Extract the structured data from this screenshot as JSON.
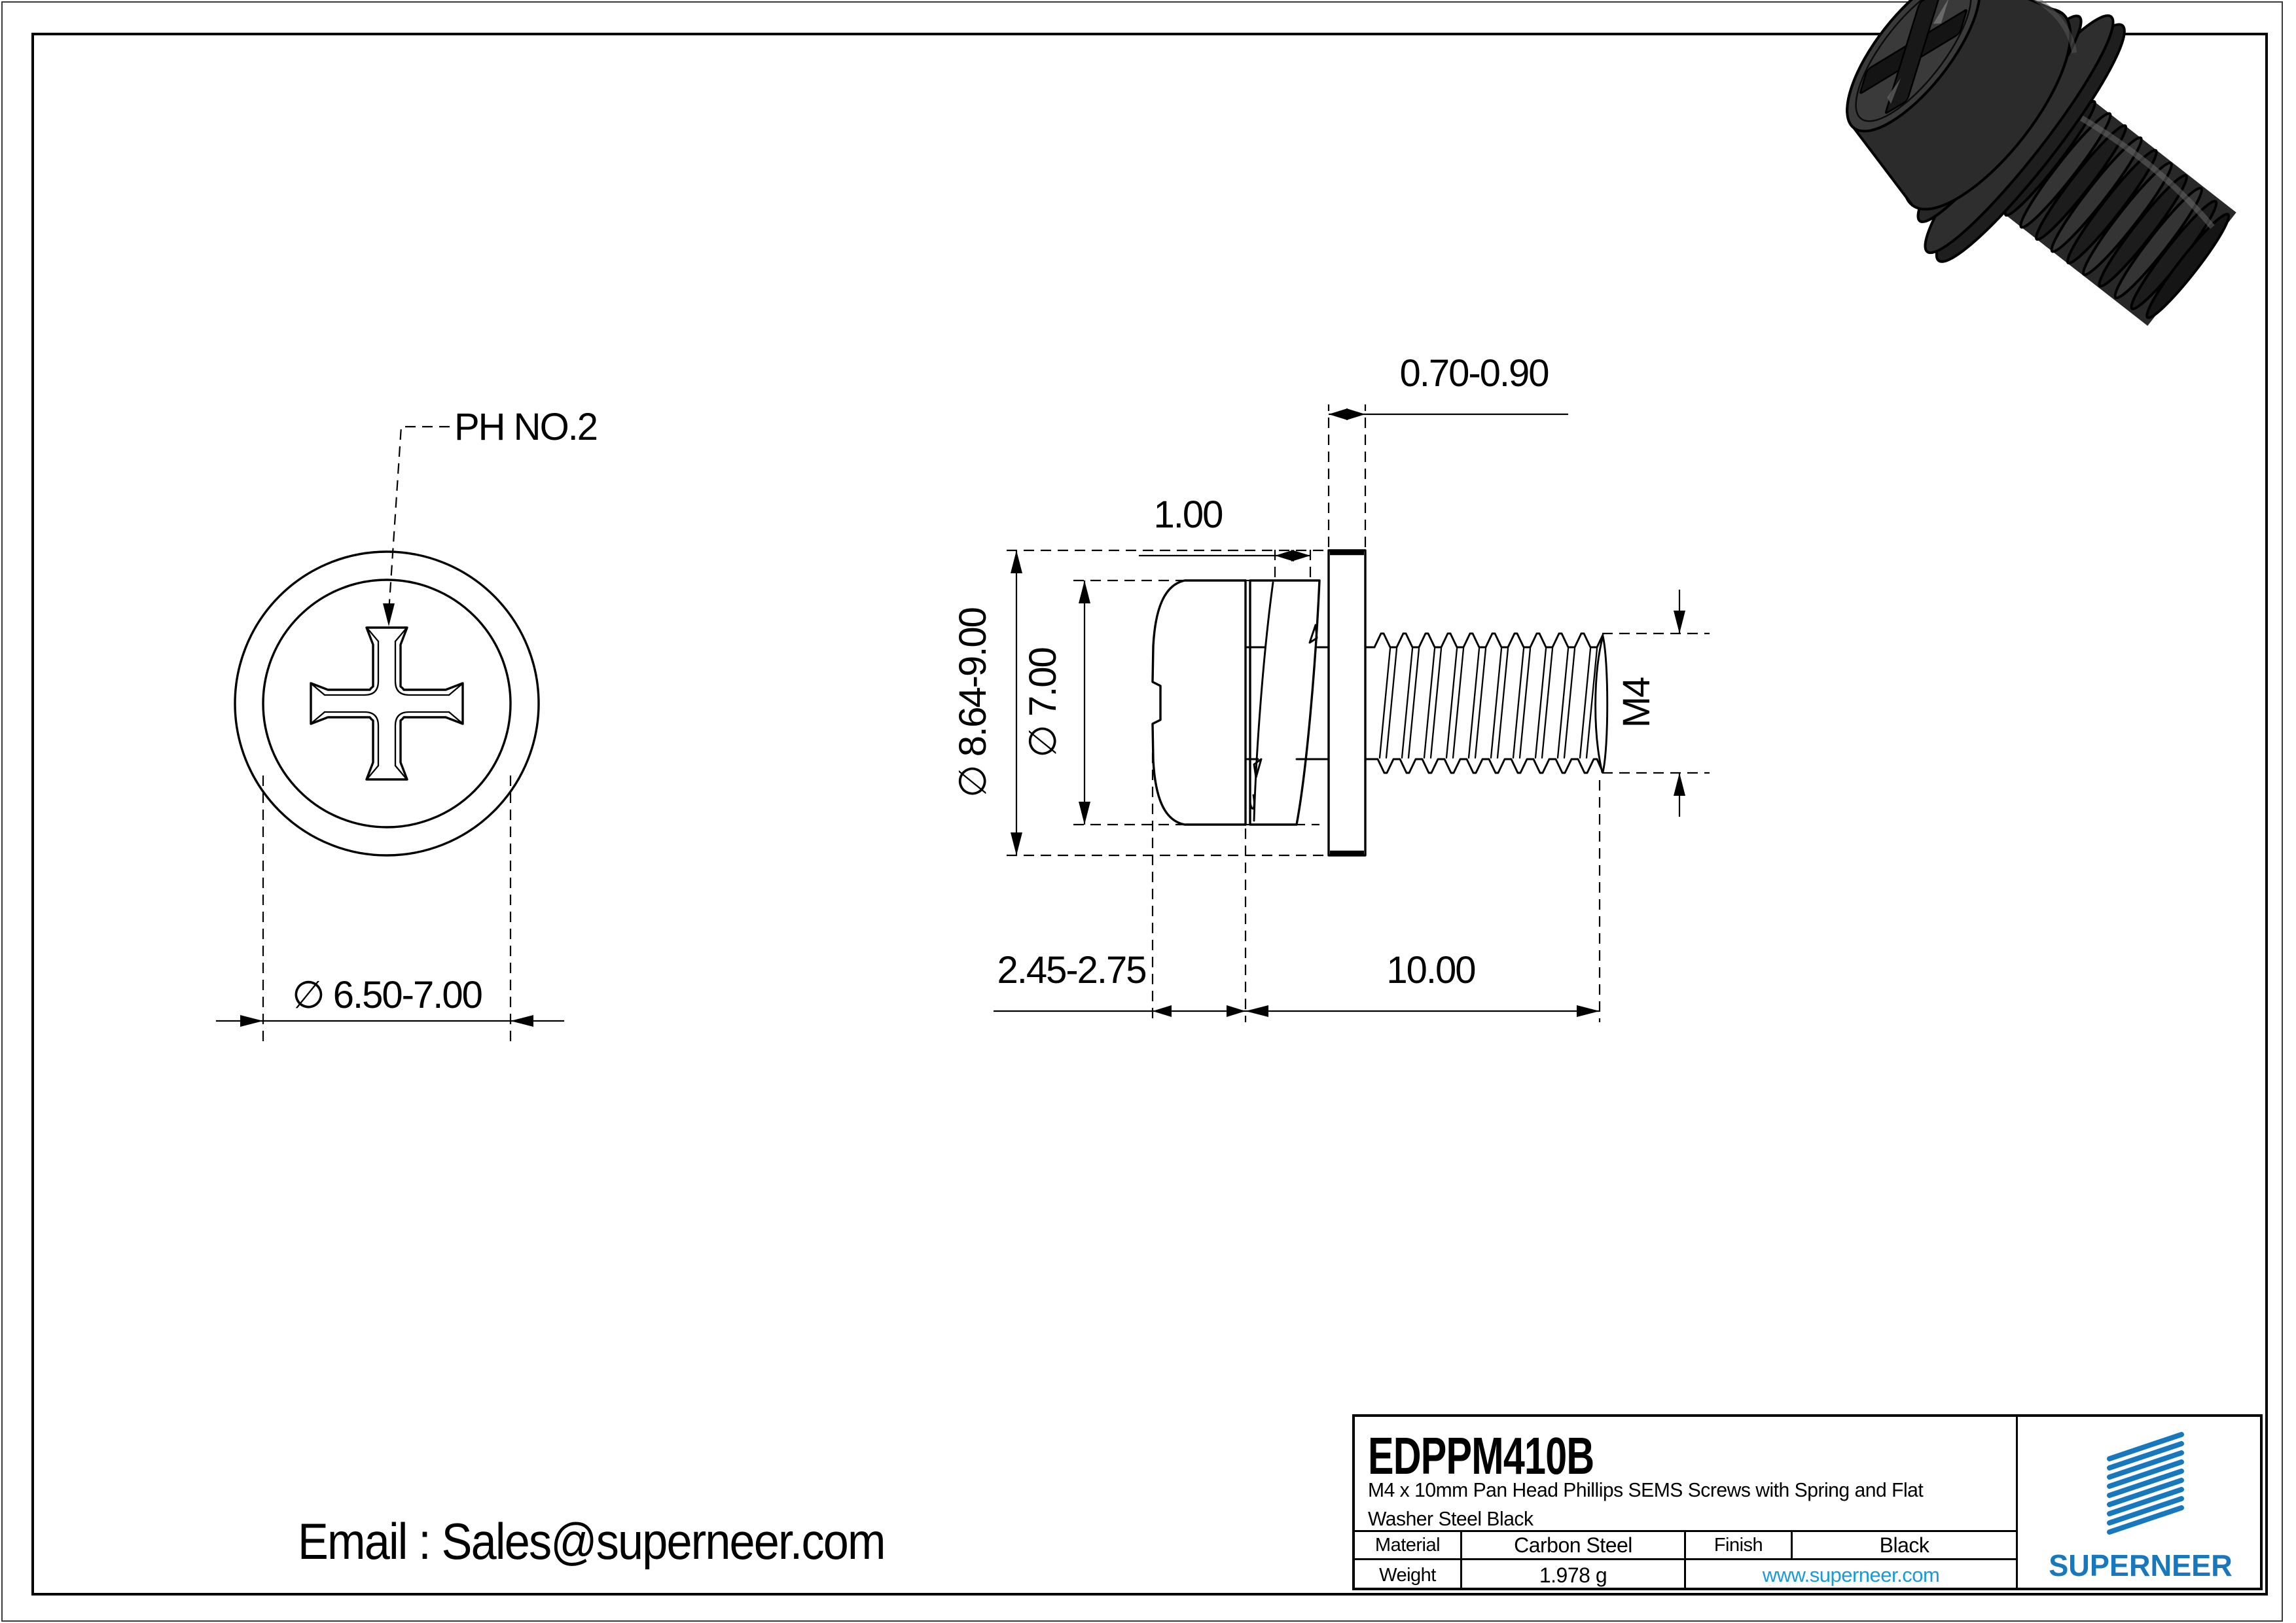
{
  "front_view": {
    "recess_callout": "PH NO.2",
    "head_diameter": "∅ 6.50-7.00"
  },
  "side_view": {
    "washer_od": "∅ 8.64-9.00",
    "head_od": "∅ 7.00",
    "spring_washer_thickness": "1.00",
    "flat_washer_thickness": "0.70-0.90",
    "head_height": "2.45-2.75",
    "thread_length": "10.00",
    "thread_spec": "M4"
  },
  "contact": {
    "email_line": "Email : Sales@superneer.com"
  },
  "title_block": {
    "part_number": "EDPPM410B",
    "description": [
      "M4 x 10mm Pan Head Phillips SEMS Screws with Spring and Flat",
      "Washer Steel Black"
    ],
    "material_label": "Material",
    "material_value": "Carbon Steel",
    "finish_label": "Finish",
    "finish_value": "Black",
    "weight_label": "Weight",
    "weight_value": "1.978 g",
    "website": "www.superneer.com",
    "brand": "SUPERNEER"
  },
  "colors": {
    "brand_blue": "#1778BE",
    "link_blue": "#1B9AD6",
    "line_black": "#000000",
    "product_black": "#2b2b2b"
  }
}
